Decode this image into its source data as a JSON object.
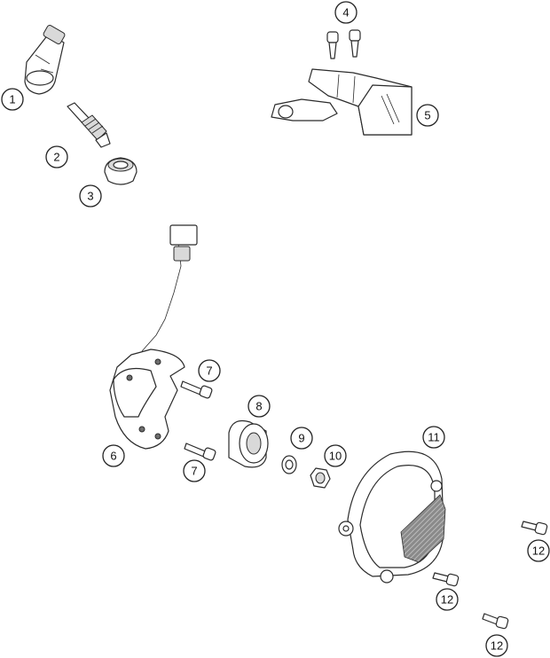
{
  "callouts": {
    "c1": "1",
    "c2": "2",
    "c3": "3",
    "c4": "4",
    "c5": "5",
    "c6": "6",
    "c7a": "7",
    "c7b": "7",
    "c8": "8",
    "c9": "9",
    "c10": "10",
    "c11": "11",
    "c12a": "12",
    "c12b": "12",
    "c12c": "12"
  }
}
